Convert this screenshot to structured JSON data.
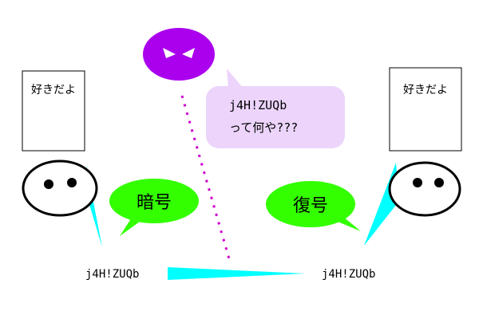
{
  "left_person": {
    "note": "好きだよ"
  },
  "right_person": {
    "note": "好きだよ"
  },
  "encrypt_bubble": {
    "label": "暗号"
  },
  "decrypt_bubble": {
    "label": "復号"
  },
  "ciphertext": {
    "sent": "j4H!ZUQb",
    "received": "j4H!ZUQb"
  },
  "eavesdropper": {
    "speech_line1": "j4H!ZUQb",
    "speech_line2": "って何や???"
  },
  "colors": {
    "cyan": "#00ffff",
    "green": "#33ff00",
    "purple": "#aa00ee",
    "lavender": "#ecd4fb",
    "dots": "#cc00cc"
  }
}
